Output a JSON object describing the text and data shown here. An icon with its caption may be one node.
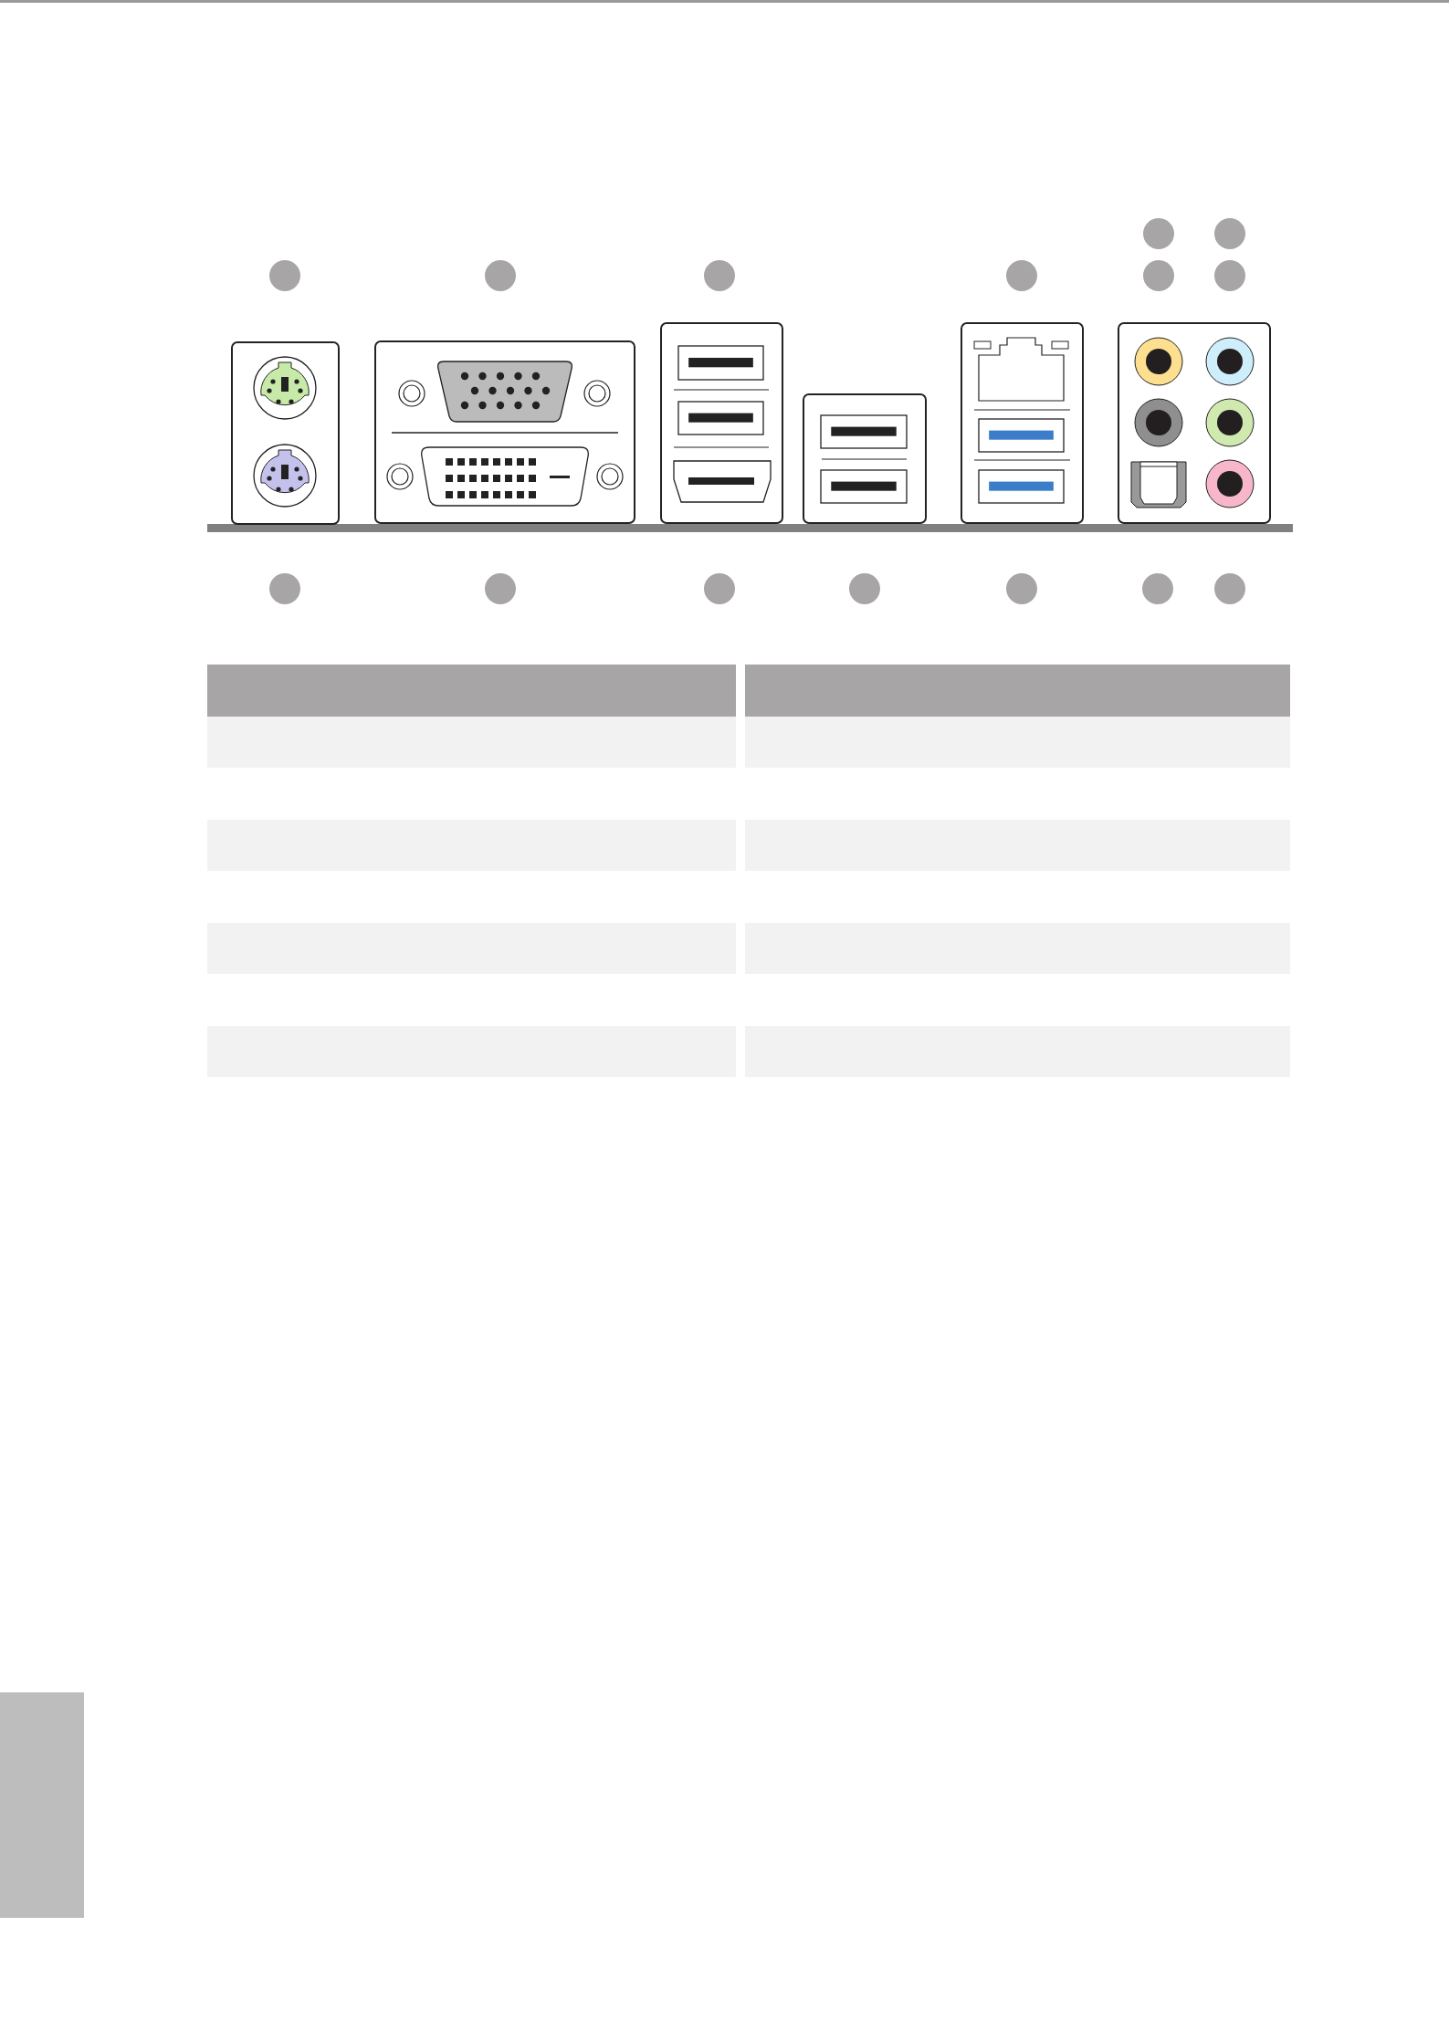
{
  "diagram": {
    "nodes": [
      {
        "text": [],
        "shape": "circle"
      },
      {
        "text": [],
        "shape": "circle"
      },
      {
        "text": [],
        "shape": "circle"
      },
      {
        "text": [],
        "shape": "circle"
      },
      {
        "text": [],
        "shape": "circle"
      },
      {
        "text": [],
        "shape": "circle"
      },
      {
        "text": [],
        "shape": "circle"
      },
      {
        "text": [],
        "shape": "circle"
      },
      {
        "text": [],
        "shape": "circle"
      },
      {
        "text": [],
        "shape": "circle"
      },
      {
        "text": [],
        "shape": "circle"
      },
      {
        "text": [],
        "shape": "circle"
      },
      {
        "text": [],
        "shape": "circle"
      },
      {
        "text": [],
        "shape": "circle"
      },
      {
        "text": [],
        "shape": "circle"
      }
    ]
  }
}
